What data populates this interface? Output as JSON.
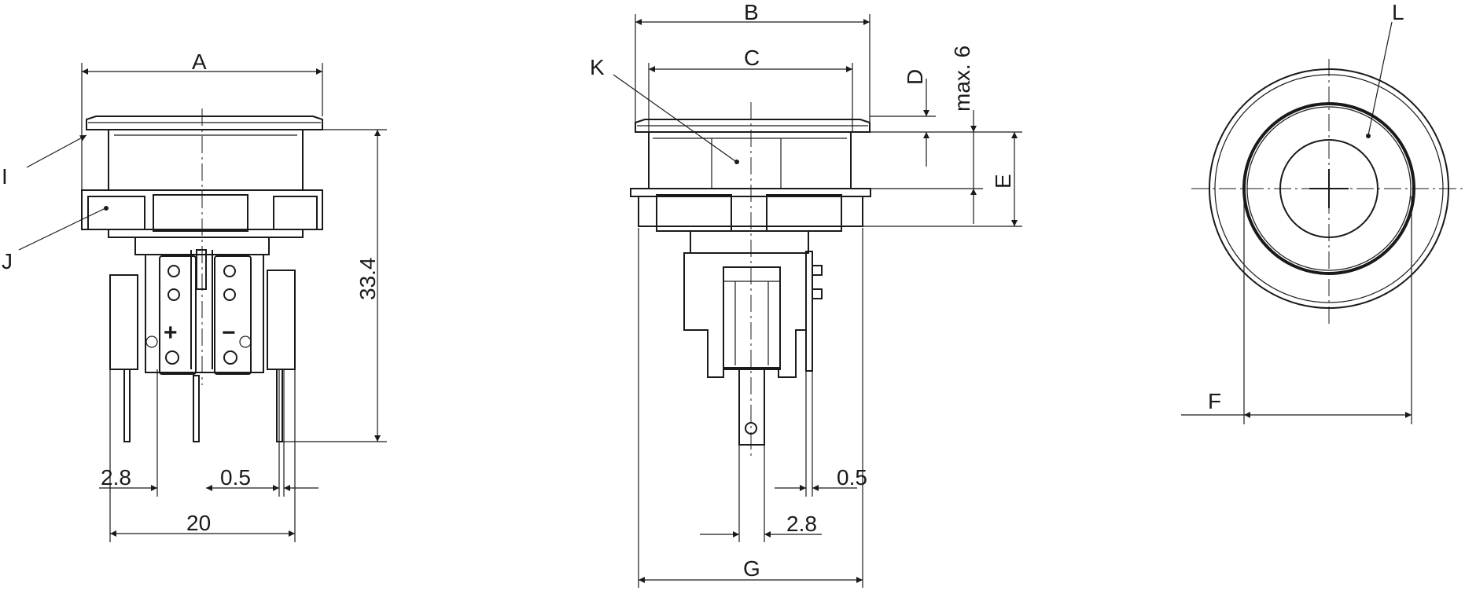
{
  "labels": {
    "A": "A",
    "B": "B",
    "C": "C",
    "D": "D",
    "E": "E",
    "F": "F",
    "G": "G",
    "I": "I",
    "J": "J",
    "K": "K",
    "L": "L"
  },
  "dimensions": {
    "height": "33.4",
    "left_pitch": "2.8",
    "left_thickness": "0.5",
    "width_20": "20",
    "max6": "max. 6",
    "mid_thickness": "0.5",
    "mid_pitch": "2.8"
  },
  "terminals": {
    "plus": "+",
    "minus": "−"
  }
}
